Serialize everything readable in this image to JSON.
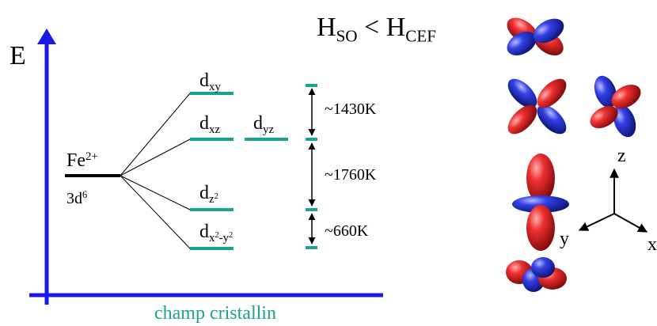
{
  "axis": {
    "energy_label": "E",
    "xaxis_label": "champ cristallin"
  },
  "header": {
    "h_so": "H",
    "so_sub": "SO",
    "relation": " < ",
    "h_cef": "H",
    "cef_sub": "CEF"
  },
  "ion": {
    "symbol": "Fe",
    "charge": "2+",
    "config_base": "3d",
    "config_exp": "6"
  },
  "levels": {
    "dxy": {
      "base": "d",
      "sub": "xy"
    },
    "dxz": {
      "base": "d",
      "sub": "xz"
    },
    "dyz": {
      "base": "d",
      "sub": "yz"
    },
    "dz2": {
      "base": "d",
      "sub": "z",
      "sub_exp": "2"
    },
    "dx2y2": {
      "base": "d",
      "sub_a": "x",
      "sub_a_exp": "2",
      "sub_mid": "-y",
      "sub_b_exp": "2"
    }
  },
  "gaps": [
    "~1430K",
    "~1760K",
    "~660K"
  ],
  "coordinate_axes": {
    "z": "z",
    "y": "y",
    "x": "x"
  },
  "colors": {
    "axis": "#1a1ae6",
    "level": "#1aa38f",
    "orbital_red": "#e0232b",
    "orbital_blue": "#2b37d6",
    "xaxis_label": "#1aa38f"
  },
  "icons": [
    "orbital-dxy-icon",
    "orbital-dxz-icon",
    "orbital-dyz-icon",
    "orbital-dz2-icon",
    "orbital-dx2y2-icon",
    "coordinate-axes-icon"
  ]
}
